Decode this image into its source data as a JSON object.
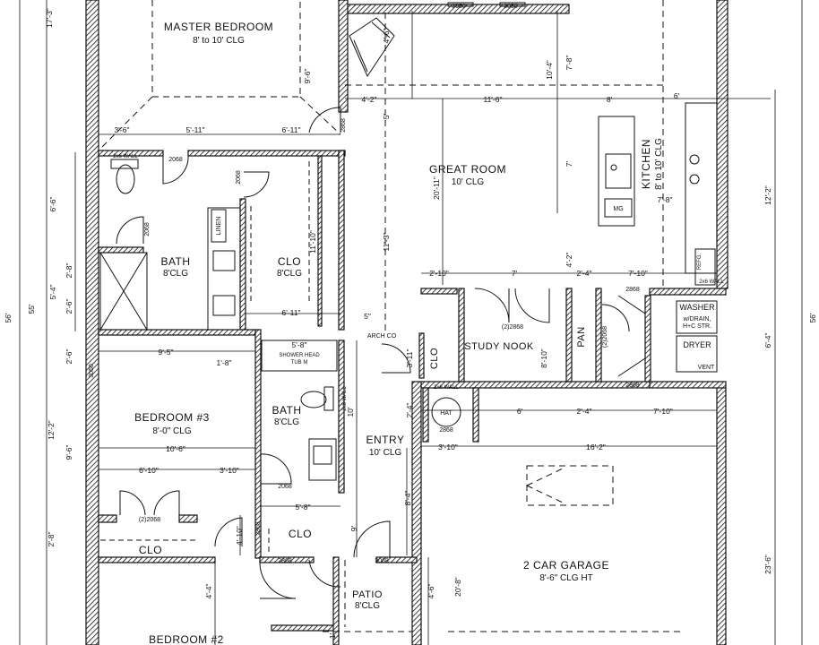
{
  "rooms": {
    "master_bedroom": "MASTER BEDROOM",
    "master_bedroom_clg": "8' to 10' CLG",
    "great_room": "GREAT ROOM",
    "great_room_clg": "10' CLG",
    "kitchen": "KITCHEN",
    "kitchen_clg": "8' to 10' CLG",
    "bath1": "BATH",
    "bath1_clg": "8'CLG",
    "clo1": "CLO",
    "clo1_clg": "8'CLG",
    "bedroom3": "BEDROOM #3",
    "bedroom3_clg": "8'-0\" CLG",
    "bath2": "BATH",
    "bath2_clg": "8'CLG",
    "entry": "ENTRY",
    "entry_clg": "10' CLG",
    "study_nook": "STUDY NOOK",
    "clo_entry": "CLO",
    "pan": "PAN",
    "washer": "WASHER",
    "washer_note": "w/DRAIN,\nH+C STR.",
    "dryer": "DRYER",
    "vent": "VENT",
    "hat": "HAT",
    "garage": "2 CAR GARAGE",
    "garage_clg": "8'-6\" CLG HT",
    "clo_b3": "CLO",
    "clo_hall": "CLO",
    "patio": "PATIO",
    "patio_clg": "8'CLG",
    "bedroom2": "BEDROOM #2",
    "linen": "LINEN",
    "mg": "MG",
    "shower_note": "SHOWER HEAD",
    "tub_note": "TUB M",
    "arch_co": "ARCH CO",
    "rsz_hall1": "2x6 WALL",
    "rsz_hall2": "2x6 WALL",
    "rsz_hall3": "2x6 WALL",
    "vert_wall": "2x6 WALL",
    "w_ref": "REFG."
  },
  "dimensions": {
    "d_17_3": "17'-3\"",
    "d_56_left": "56'",
    "d_55": "55'",
    "d_56_right": "56'",
    "d_3_6": "3'-6\"",
    "d_5_11": "5'-11\"",
    "d_6_11_top": "6'-11\"",
    "d_6_6": "6'-6\"",
    "d_9_6": "9'-6\"",
    "d_4_6": "4'-6\"",
    "d_4_2_top": "4'-2\"",
    "d_11_6": "11'-6\"",
    "d_8": "8'",
    "d_6": "6'",
    "d_10_4": "10'-4\"",
    "d_7_8": "7'-8\"",
    "d_5": "5'",
    "d_7": "7'",
    "d_7_8b": "7'-8\"",
    "d_20_11": "20'-11\"",
    "d_12_2_right": "12'-2\"",
    "d_11_10": "11'-10\"",
    "d_11_3": "11'-3\"",
    "d_2_8": "2'-8\"",
    "d_2_6": "2'-6\"",
    "d_5_4": "5'-4\"",
    "d_6_11_mid": "6'-11\"",
    "d_5b": "5\"",
    "d_2_10": "2'-10\"",
    "d_7b": "7'",
    "d_2_4": "2'-4\"",
    "d_7_10": "7'-10\"",
    "d_4_2_mid": "4'-2\"",
    "d_9_5": "9'-5\"",
    "d_1_8": "1'-8\"",
    "d_5_8": "5'-8\"",
    "d_3_11": "3'-11\"",
    "d_8_10": "8'-10\"",
    "d_6_4": "6'-4\"",
    "d_2_6b": "2'-6\"",
    "d_12_2_left": "12'-2\"",
    "d_9_6b": "9'-6\"",
    "d_10_6": "10'-6\"",
    "d_6_10": "6'-10\"",
    "d_3_10": "3'-10\"",
    "d_10": "10'",
    "d_2_4b": "2'-4\"",
    "d_6b": "6'",
    "d_2_4c": "2'-4\"",
    "d_7_10b": "7'-10\"",
    "d_3_10b": "3'-10\"",
    "d_16_2": "16'-2\"",
    "d_5_8b": "5'-8\"",
    "d_4_10": "4'-10\"",
    "d_8_4": "8'-4\"",
    "d_9": "9'",
    "d_2_8b": "2'-8\"",
    "d_4_4": "4'-4\"",
    "d_4_6b": "4'-6\"",
    "d_20_8": "20'-8\"",
    "d_23_6": "23'-6\"",
    "d_1": "1'"
  },
  "door_tags": {
    "t_2068a": "2068",
    "t_2068b": "2068",
    "t_2068c": "2068",
    "t_2868a": "2868",
    "t_2868b": "2868",
    "t_2868c": "2868",
    "t_2868d": "2868",
    "t_2868e": "2868",
    "t_2868f": "2868",
    "t_2_2868": "(2)2868",
    "t_2_2068v": "(2)2068",
    "t_2_2068": "(2)2068",
    "t_2068d": "2068",
    "t_3050a": "3050",
    "t_3050b": "3050",
    "t_3050c": "3050",
    "t_3068": "3068",
    "t_2868g": "2868",
    "t_2868h": "2868",
    "t_2868i": "2868"
  }
}
